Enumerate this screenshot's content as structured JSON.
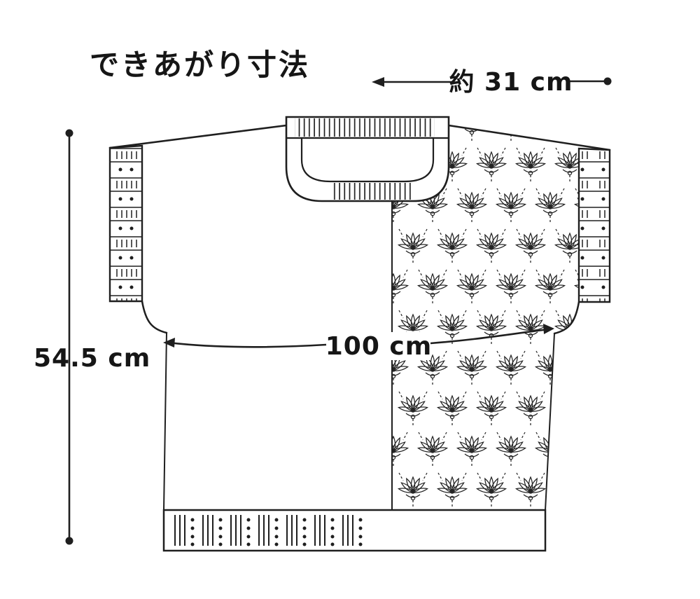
{
  "title": "できあがり寸法",
  "measurements": {
    "sleeve_width_label": "約 31 cm",
    "length_label": "54.5 cm",
    "bust_label": "100 cm"
  },
  "colors": {
    "ink": "#1f1f1f",
    "background": "#ffffff"
  }
}
